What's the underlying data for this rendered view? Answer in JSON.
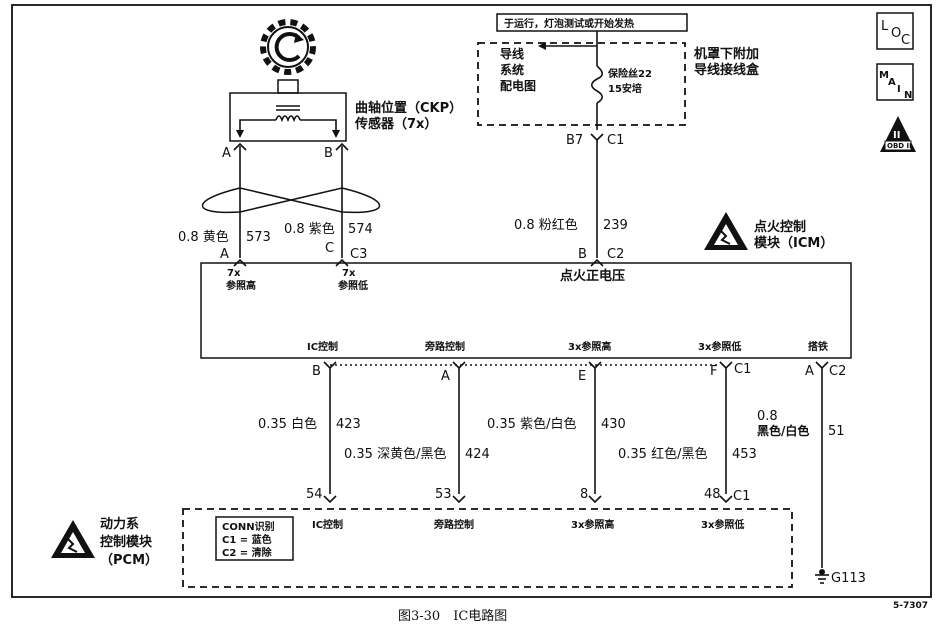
{
  "ckp_sensor": {
    "label_line1": "曲轴位置（CKP）",
    "label_line2": "传感器（7x）",
    "pin_a": "A",
    "pin_b": "B"
  },
  "wire_ckp_high": {
    "gauge_color": "0.8 黄色",
    "circuit": "573"
  },
  "wire_ckp_low": {
    "gauge_color": "0.8 紫色",
    "circuit": "574"
  },
  "underhood_box": {
    "header": "于运行，灯泡测试或开始发热",
    "ref_line1": "导线",
    "ref_line2": "系统",
    "ref_line3": "配电图",
    "fuse_line1": "保险丝22",
    "fuse_line2": "15安培",
    "label_line1": "机罩下附加",
    "label_line2": "导线接线盒",
    "pin": "B7",
    "conn": "C1"
  },
  "wire_ign": {
    "gauge_color": "0.8 粉红色",
    "circuit": "239"
  },
  "icm": {
    "label_line1": "点火控制",
    "label_line2": "模块（ICM）",
    "ign_voltage": "点火正电压",
    "ref_high_1": "7x",
    "ref_high_2": "参照高",
    "ref_low_1": "7x",
    "ref_low_2": "参照低",
    "pins_top": {
      "a": "A",
      "c": "C",
      "c3": "C3",
      "b": "B",
      "c2": "C2"
    },
    "outputs": [
      "IC控制",
      "旁路控制",
      "3x参照高",
      "3x参照低",
      "搭铁"
    ],
    "pins_bottom": {
      "b": "B",
      "a": "A",
      "e": "E",
      "f": "F",
      "c1": "C1",
      "a2": "A",
      "c2": "C2"
    }
  },
  "wires_bottom": [
    {
      "gauge_color": "0.35 白色",
      "circuit": "423"
    },
    {
      "gauge_color": "0.35 深黄色/黑色",
      "circuit": "424"
    },
    {
      "gauge_color": "0.35 紫色/白色",
      "circuit": "430"
    },
    {
      "gauge_color": "0.35 红色/黑色",
      "circuit": "453"
    }
  ],
  "wire_ground": {
    "gauge": "0.8",
    "color": "黑色/白色",
    "circuit": "51",
    "ground_id": "G113"
  },
  "pcm": {
    "label_line1": "动力系",
    "label_line2": "控制模块",
    "label_line3": "（PCM）",
    "conn_title": "CONN识别",
    "conn_c1": "C1 = 蓝色",
    "conn_c2": "C2 = 清除",
    "pins": [
      "54",
      "53",
      "8",
      "48"
    ],
    "pin_conn": "C1",
    "inputs": [
      "IC控制",
      "旁路控制",
      "3x参照高",
      "3x参照低"
    ]
  },
  "side_icons": {
    "loc_1": "L",
    "loc_2": "O",
    "loc_3": "C",
    "main_1": "M",
    "main_2": "A",
    "main_3": "I",
    "main_4": "N",
    "obd_1": "II",
    "obd_2": "OBD II"
  },
  "ref_code": "5-7307",
  "caption": "图3-30　IC电路图"
}
